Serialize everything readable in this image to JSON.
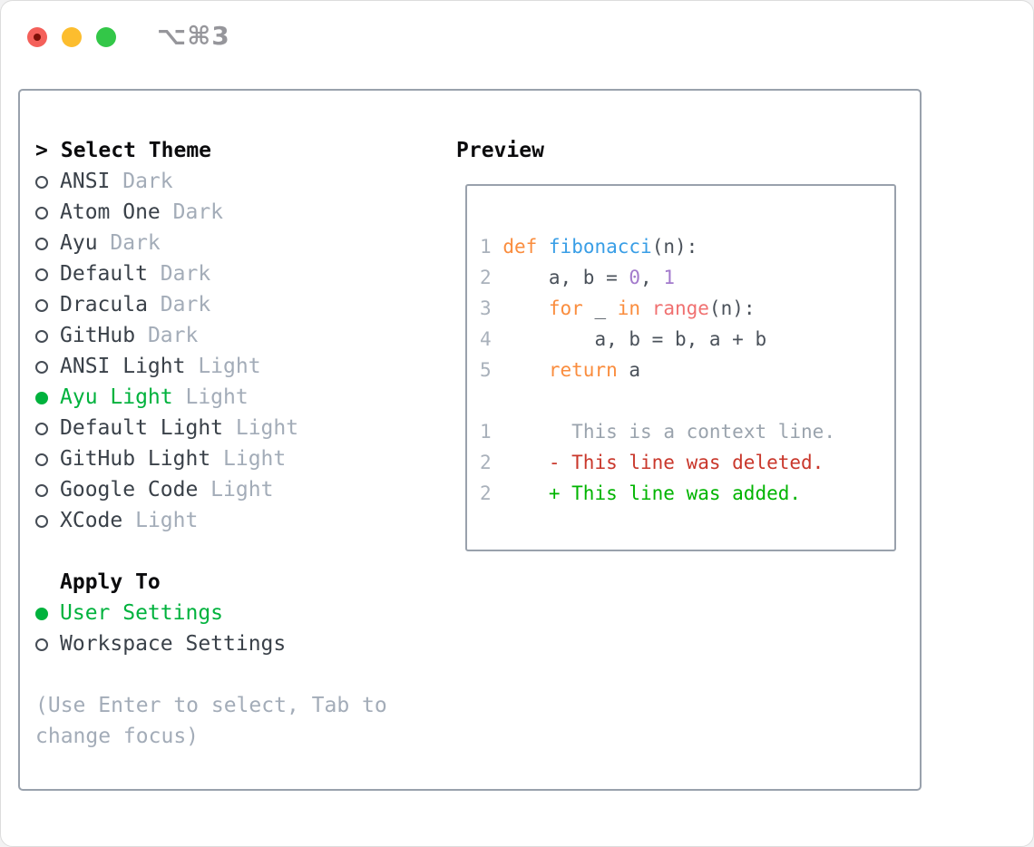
{
  "window": {
    "title": "⌥⌘3"
  },
  "titlebar": {
    "buttons": [
      {
        "name": "close-button",
        "color": "#f4605a",
        "dot": "#7d1007"
      },
      {
        "name": "minimize-button",
        "color": "#fcbd2e",
        "dot": null
      },
      {
        "name": "zoom-button",
        "color": "#33c748",
        "dot": null
      }
    ]
  },
  "left": {
    "header": {
      "prefix": ">",
      "label": "Select Theme"
    },
    "themes": [
      {
        "name": "ANSI",
        "variant": "Dark",
        "selected": false
      },
      {
        "name": "Atom One",
        "variant": "Dark",
        "selected": false
      },
      {
        "name": "Ayu",
        "variant": "Dark",
        "selected": false
      },
      {
        "name": "Default",
        "variant": "Dark",
        "selected": false
      },
      {
        "name": "Dracula",
        "variant": "Dark",
        "selected": false
      },
      {
        "name": "GitHub",
        "variant": "Dark",
        "selected": false
      },
      {
        "name": "ANSI Light",
        "variant": "Light",
        "selected": false
      },
      {
        "name": "Ayu Light",
        "variant": "Light",
        "selected": true
      },
      {
        "name": "Default Light",
        "variant": "Light",
        "selected": false
      },
      {
        "name": "GitHub Light",
        "variant": "Light",
        "selected": false
      },
      {
        "name": "Google Code",
        "variant": "Light",
        "selected": false
      },
      {
        "name": "XCode",
        "variant": "Light",
        "selected": false
      }
    ],
    "apply_to": {
      "header": "Apply To",
      "options": [
        {
          "label": "User Settings",
          "selected": true
        },
        {
          "label": "Workspace Settings",
          "selected": false
        }
      ]
    },
    "hint_lines": [
      "(Use Enter to select, Tab to",
      "change focus)"
    ]
  },
  "preview": {
    "header": "Preview",
    "lines": [
      [
        {
          "t": "1",
          "s": "ln"
        },
        {
          "t": " ",
          "s": "code"
        },
        {
          "t": "def",
          "s": "kw"
        },
        {
          "t": " ",
          "s": "code"
        },
        {
          "t": "fibonacci",
          "s": "fn"
        },
        {
          "t": "(n):",
          "s": "code"
        }
      ],
      [
        {
          "t": "2",
          "s": "ln"
        },
        {
          "t": "     a, b = ",
          "s": "code"
        },
        {
          "t": "0",
          "s": "num"
        },
        {
          "t": ", ",
          "s": "code"
        },
        {
          "t": "1",
          "s": "num"
        }
      ],
      [
        {
          "t": "3",
          "s": "ln"
        },
        {
          "t": "     ",
          "s": "code"
        },
        {
          "t": "for",
          "s": "kw"
        },
        {
          "t": " _ ",
          "s": "code"
        },
        {
          "t": "in",
          "s": "kw"
        },
        {
          "t": " ",
          "s": "code"
        },
        {
          "t": "range",
          "s": "rng"
        },
        {
          "t": "(n):",
          "s": "code"
        }
      ],
      [
        {
          "t": "4",
          "s": "ln"
        },
        {
          "t": "         a, b = b, a + b",
          "s": "code"
        }
      ],
      [
        {
          "t": "5",
          "s": "ln"
        },
        {
          "t": "     ",
          "s": "code"
        },
        {
          "t": "return",
          "s": "kw"
        },
        {
          "t": " a",
          "s": "code"
        }
      ],
      [],
      [
        {
          "t": "1",
          "s": "ln"
        },
        {
          "t": "       ",
          "s": "code"
        },
        {
          "t": "This is a context line.",
          "s": "ctx"
        }
      ],
      [
        {
          "t": "2",
          "s": "ln"
        },
        {
          "t": "     ",
          "s": "code"
        },
        {
          "t": "- This line was deleted.",
          "s": "del"
        }
      ],
      [
        {
          "t": "2",
          "s": "ln"
        },
        {
          "t": "     ",
          "s": "code"
        },
        {
          "t": "+ This line was added.",
          "s": "add"
        }
      ]
    ]
  },
  "colors": {
    "accent_green": "#00b23d",
    "panel_border": "#99a1ac",
    "title_gray": "#96969b",
    "muted_gray": "#a3acb8",
    "text_dark": "#3a4149",
    "syntax": {
      "ln": "#a9b1bb",
      "code": "#4a515a",
      "kw": "#fa8d3e",
      "fn": "#399ee6",
      "num": "#a37acc",
      "rng": "#f07171",
      "ctx": "#9aa3ad",
      "del": "#c9372b",
      "add": "#00b400"
    }
  }
}
